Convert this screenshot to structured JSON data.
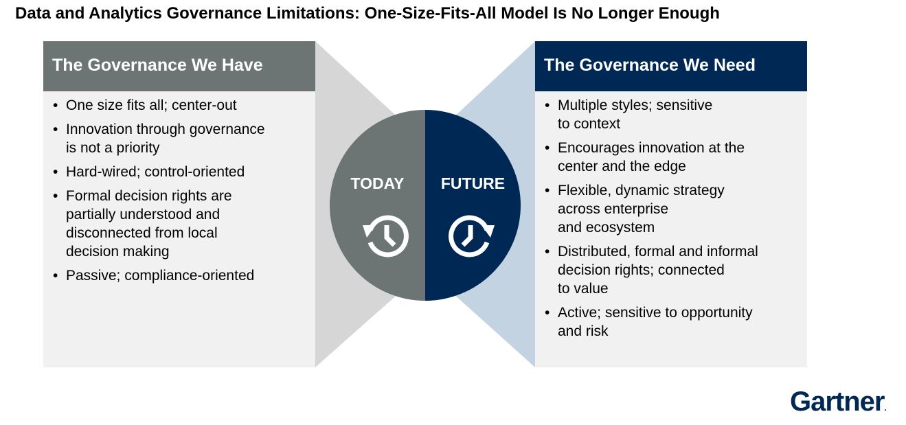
{
  "page": {
    "title": "Data and Analytics Governance Limitations: One-Size-Fits-All Model Is No Longer Enough"
  },
  "left_panel": {
    "header": "The Governance We Have",
    "bullets": [
      [
        "One size fits all; center-out"
      ],
      [
        "Innovation through governance",
        "is not a priority"
      ],
      [
        "Hard-wired; control-oriented"
      ],
      [
        "Formal decision rights are",
        "partially understood and",
        "disconnected from local",
        "decision making"
      ],
      [
        "Passive; compliance-oriented"
      ]
    ]
  },
  "right_panel": {
    "header": "The Governance We Need",
    "bullets": [
      [
        "Multiple styles; sensitive",
        "to context"
      ],
      [
        "Encourages innovation at the",
        "center and the edge"
      ],
      [
        "Flexible, dynamic strategy",
        "across enterprise",
        "and ecosystem"
      ],
      [
        "Distributed, formal and informal",
        "decision rights; connected",
        "to value"
      ],
      [
        "Active; sensitive to opportunity",
        "and risk"
      ]
    ]
  },
  "center": {
    "today_label": "TODAY",
    "future_label": "FUTURE",
    "today_icon": "history-clock-icon",
    "future_icon": "forward-clock-icon"
  },
  "brand": {
    "logo_text": "Gartner",
    "logo_dot": "."
  },
  "colors": {
    "today_gray": "#6c7474",
    "future_navy": "#002855",
    "panel_bg": "#f1f1f1",
    "left_funnel": "#d6d6d6",
    "right_funnel": "#c3d3e2"
  }
}
